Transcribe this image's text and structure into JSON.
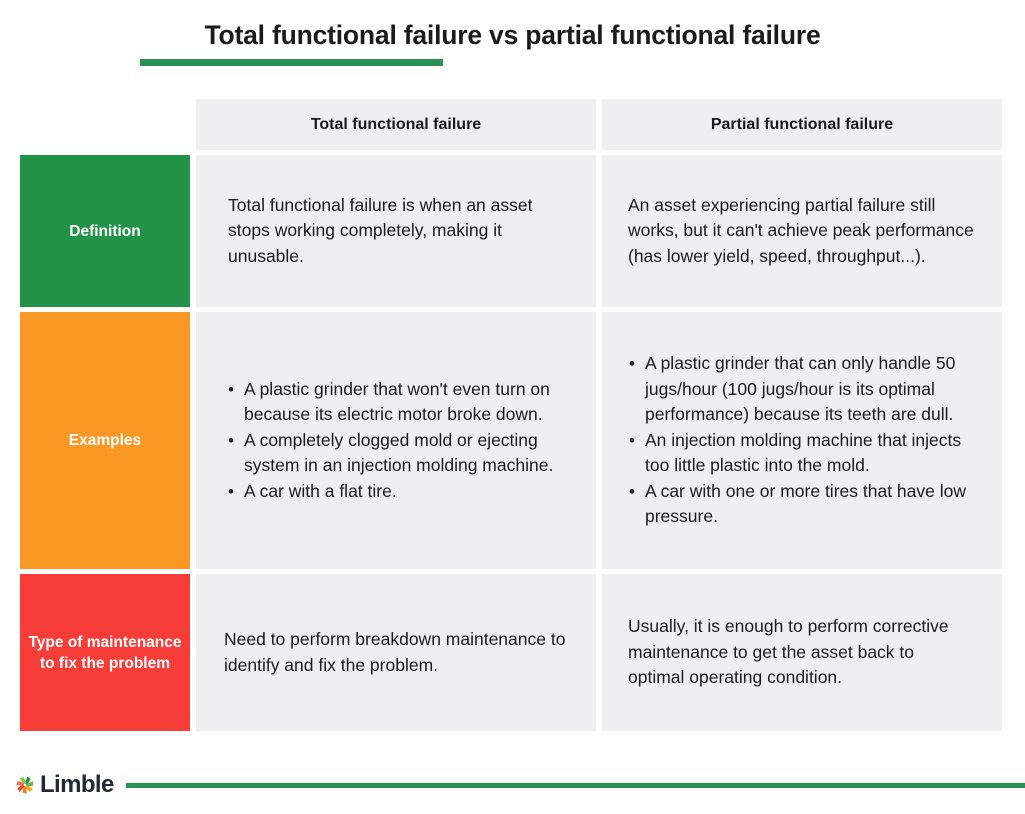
{
  "page": {
    "title": "Total functional failure vs partial functional failure",
    "accent_green": "#2A9150",
    "background": "#ffffff"
  },
  "table": {
    "columns": [
      {
        "key": "label",
        "header": ""
      },
      {
        "key": "total",
        "header": "Total functional failure"
      },
      {
        "key": "partial",
        "header": "Partial functional failure"
      }
    ],
    "rows": [
      {
        "label": "Definition",
        "label_color": "#229247",
        "total": {
          "type": "paragraph",
          "text": "Total functional failure is when an asset stops working completely, making it unusable."
        },
        "partial": {
          "type": "paragraph",
          "text": "An asset experiencing partial failure still works, but it can't achieve peak performance (has lower yield, speed, throughput...)."
        }
      },
      {
        "label": "Examples",
        "label_color": "#FA9826",
        "total": {
          "type": "bullets",
          "items": [
            "A plastic grinder that won't even turn on because its electric motor broke down.",
            "A completely clogged mold or ejecting system in an injection molding machine.",
            "A car with a flat tire."
          ]
        },
        "partial": {
          "type": "bullets",
          "items": [
            "A plastic grinder that can only handle 50 jugs/hour (100 jugs/hour is its optimal performance) because its teeth are dull.",
            "An injection molding machine that injects too little plastic into the mold.",
            "A car with one or more tires that have low pressure."
          ]
        }
      },
      {
        "label": "Type of maintenance to fix the problem",
        "label_color": "#F73D38",
        "total": {
          "type": "paragraph",
          "text": "Need to perform breakdown maintenance to identify and fix the problem."
        },
        "partial": {
          "type": "paragraph",
          "text": "Usually, it is enough to perform corrective maintenance to get the asset back to optimal operating condition."
        }
      }
    ]
  },
  "footer": {
    "brand": "Limble",
    "logo_icon": "limble-pinwheel-logo-icon",
    "rule_color": "#2A9150"
  }
}
